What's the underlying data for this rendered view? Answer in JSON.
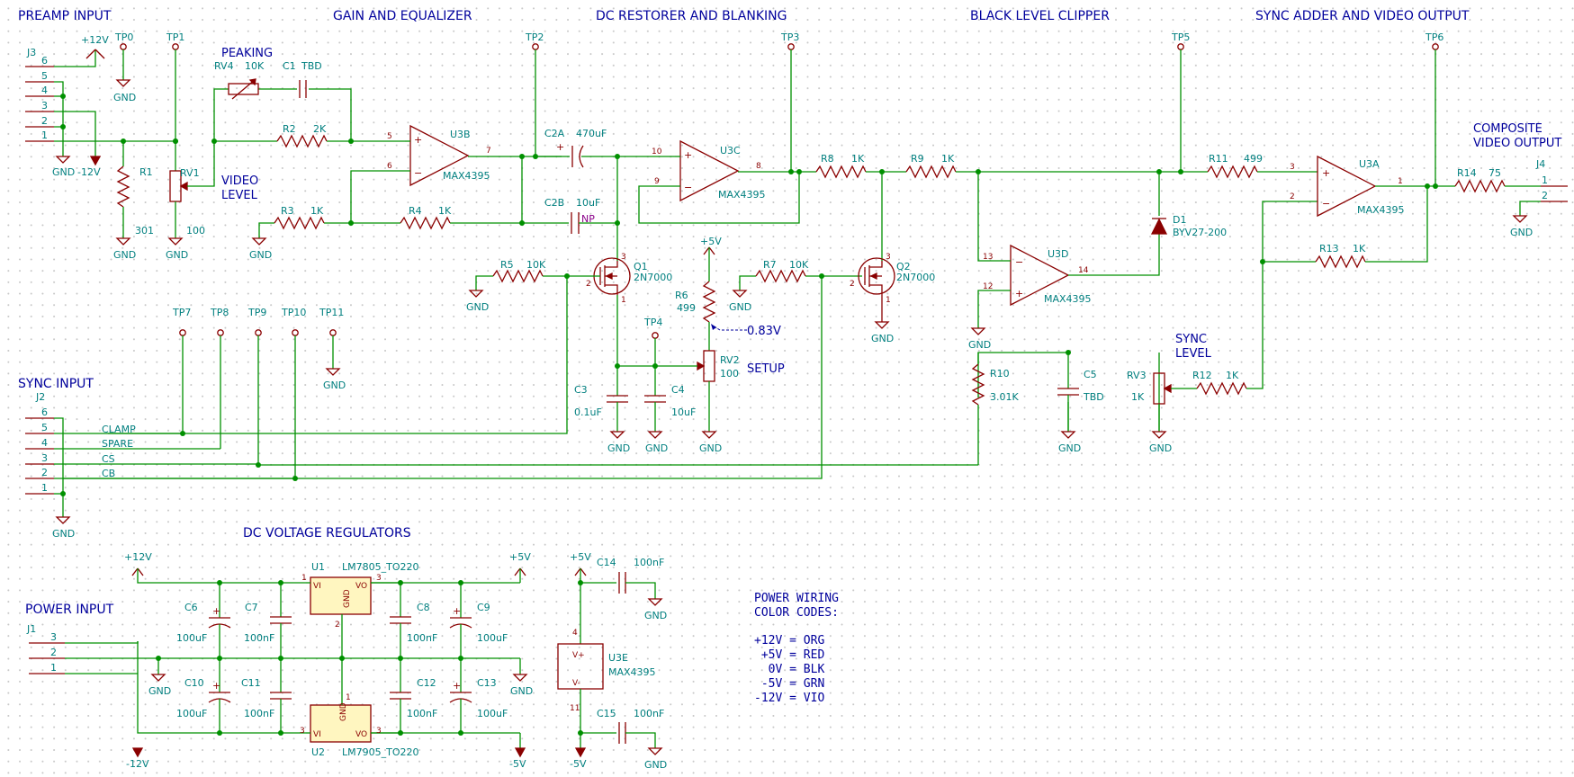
{
  "headings": {
    "preamp": "PREAMP INPUT",
    "gain_eq": "GAIN AND EQUALIZER",
    "dc_restorer": "DC RESTORER AND BLANKING",
    "black_clipper": "BLACK LEVEL CLIPPER",
    "sync_adder": "SYNC ADDER AND VIDEO OUTPUT",
    "sync_input": "SYNC INPUT",
    "regulators": "DC VOLTAGE REGULATORS",
    "power_input": "POWER INPUT"
  },
  "labels": {
    "peaking": "PEAKING",
    "video_l1": "VIDEO",
    "video_l2": "LEVEL",
    "setup": "SETUP",
    "sync_l1": "SYNC",
    "sync_l2": "LEVEL",
    "composite_l1": "COMPOSITE",
    "composite_l2": "VIDEO OUTPUT",
    "setup_voltage": "0.83V"
  },
  "power": {
    "p12": "+12V",
    "m12": "-12V",
    "p5": "+5V",
    "m5": "-5V",
    "gnd": "GND"
  },
  "testpoints": [
    "TP0",
    "TP1",
    "TP2",
    "TP3",
    "TP4",
    "TP5",
    "TP6",
    "TP7",
    "TP8",
    "TP9",
    "TP10",
    "TP11"
  ],
  "connectors": {
    "j3": {
      "ref": "J3",
      "pins": [
        "6",
        "5",
        "4",
        "3",
        "2",
        "1"
      ]
    },
    "j2": {
      "ref": "J2",
      "pins": [
        "6",
        "5",
        "4",
        "3",
        "2",
        "1"
      ],
      "signals": [
        "CLAMP",
        "SPARE",
        "CS",
        "CB"
      ]
    },
    "j1": {
      "ref": "J1",
      "pins": [
        "3",
        "2",
        "1"
      ]
    },
    "j4": {
      "ref": "J4",
      "pins": [
        "1",
        "2"
      ]
    }
  },
  "parts": {
    "r1": {
      "ref": "R1",
      "value": "301"
    },
    "rv1": {
      "ref": "RV1",
      "value": "100"
    },
    "rv4": {
      "ref": "RV4",
      "value": "10K"
    },
    "c1": {
      "ref": "C1",
      "value": "TBD"
    },
    "r2": {
      "ref": "R2",
      "value": "2K"
    },
    "r3": {
      "ref": "R3",
      "value": "1K"
    },
    "r4": {
      "ref": "R4",
      "value": "1K"
    },
    "u3b": {
      "ref": "U3B",
      "value": "MAX4395"
    },
    "c2a": {
      "ref": "C2A",
      "value": "470uF"
    },
    "c2b": {
      "ref": "C2B",
      "value": "10uF",
      "np": "NP"
    },
    "u3c": {
      "ref": "U3C",
      "value": "MAX4395"
    },
    "q1": {
      "ref": "Q1",
      "value": "2N7000"
    },
    "q2": {
      "ref": "Q2",
      "value": "2N7000"
    },
    "r5": {
      "ref": "R5",
      "value": "10K"
    },
    "r6": {
      "ref": "R6",
      "value": "499"
    },
    "r7": {
      "ref": "R7",
      "value": "10K"
    },
    "rv2": {
      "ref": "RV2",
      "value": "100"
    },
    "c3": {
      "ref": "C3",
      "value": "0.1uF"
    },
    "c4": {
      "ref": "C4",
      "value": "10uF"
    },
    "r8": {
      "ref": "R8",
      "value": "1K"
    },
    "r9": {
      "ref": "R9",
      "value": "1K"
    },
    "u3d": {
      "ref": "U3D",
      "value": "MAX4395"
    },
    "d1": {
      "ref": "D1",
      "value": "BYV27-200"
    },
    "r10": {
      "ref": "R10",
      "value": "3.01K"
    },
    "c5": {
      "ref": "C5",
      "value": "TBD"
    },
    "rv3": {
      "ref": "RV3",
      "value": "1K"
    },
    "r11": {
      "ref": "R11",
      "value": "499"
    },
    "r12": {
      "ref": "R12",
      "value": "1K"
    },
    "r13": {
      "ref": "R13",
      "value": "1K"
    },
    "u3a": {
      "ref": "U3A",
      "value": "MAX4395"
    },
    "r14": {
      "ref": "R14",
      "value": "75"
    },
    "u1": {
      "ref": "U1",
      "value": "LM7805_TO220"
    },
    "u2": {
      "ref": "U2",
      "value": "LM7905_TO220"
    },
    "u3e": {
      "ref": "U3E",
      "value": "MAX4395"
    },
    "c6": {
      "ref": "C6",
      "value": "100uF"
    },
    "c7": {
      "ref": "C7",
      "value": "100nF"
    },
    "c8": {
      "ref": "C8",
      "value": "100nF"
    },
    "c9": {
      "ref": "C9",
      "value": "100uF"
    },
    "c10": {
      "ref": "C10",
      "value": "100uF"
    },
    "c11": {
      "ref": "C11",
      "value": "100nF"
    },
    "c12": {
      "ref": "C12",
      "value": "100nF"
    },
    "c13": {
      "ref": "C13",
      "value": "100uF"
    },
    "c14": {
      "ref": "C14",
      "value": "100nF"
    },
    "c15": {
      "ref": "C15",
      "value": "100nF"
    }
  },
  "pin_numbers": {
    "u3b": [
      "5",
      "6",
      "7"
    ],
    "u3c": [
      "10",
      "9",
      "8"
    ],
    "u3d": [
      "13",
      "12",
      "14"
    ],
    "u3a": [
      "3",
      "2",
      "1"
    ],
    "q": [
      "3",
      "2",
      "1"
    ],
    "reg": [
      "1",
      "3",
      "2"
    ],
    "u3e": [
      "4",
      "11"
    ],
    "u3e_pins": [
      "V+",
      "V-"
    ],
    "reg_pins": [
      "VI",
      "VO",
      "GND"
    ]
  },
  "color_codes": {
    "title_l1": "POWER WIRING",
    "title_l2": "COLOR CODES:",
    "rows": [
      "+12V = ORG",
      " +5V = RED",
      "  0V = BLK",
      " -5V = GRN",
      "-12V = VIO"
    ]
  }
}
